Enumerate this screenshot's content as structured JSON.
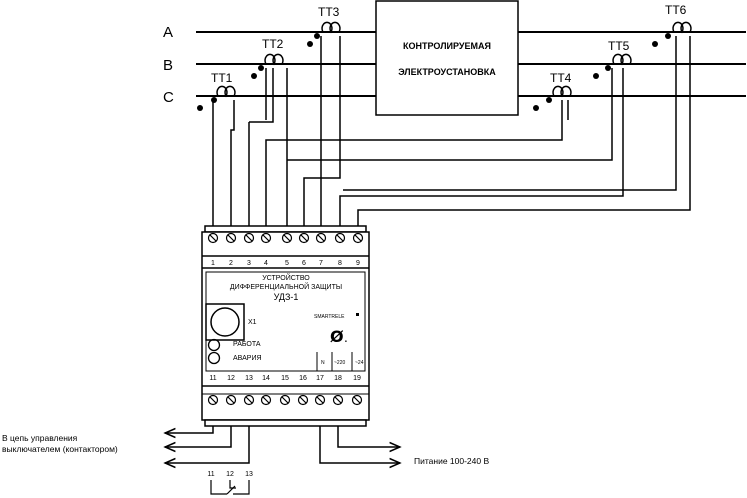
{
  "phases": [
    "A",
    "B",
    "C"
  ],
  "transformers": [
    "TT1",
    "TT2",
    "TT3",
    "TT4",
    "TT5",
    "TT6"
  ],
  "installation": {
    "line1": "КОНТРОЛИРУЕМАЯ",
    "line2": "ЭЛЕКТРОУСТАНОВКА"
  },
  "device": {
    "title1": "УСТРОЙСТВО",
    "title2": "ДИФФЕРЕНЦИАЛЬНОЙ ЗАЩИТЫ",
    "model": "УДЗ-1",
    "x1": "X1",
    "work": "РАБОТА",
    "alarm": "АВАРИЯ",
    "brand": "SMARTRELE",
    "power_tag1": "N",
    "power_tag2": "~220",
    "power_tag3": "~24"
  },
  "top_terminals": [
    "1",
    "2",
    "3",
    "4",
    "5",
    "6",
    "7",
    "8",
    "9"
  ],
  "bottom_terminals": [
    "11",
    "12",
    "13",
    "14",
    "15",
    "16",
    "17",
    "18",
    "19"
  ],
  "control_label_line1": "В цепь управления",
  "control_label_line2": "выключателем (контактором)",
  "power_label": "Питание 100-240 В",
  "contact_numbers": [
    "11",
    "12",
    "13"
  ]
}
